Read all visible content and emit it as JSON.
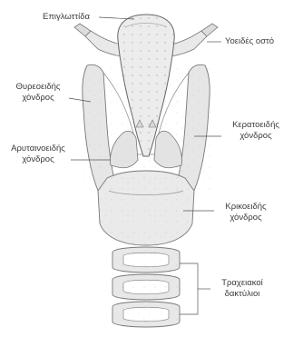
{
  "labels": {
    "epiglottis": "Επιγλωττίδα",
    "hyoid": "Υοειδές οστό",
    "thyroid_line1": "Θυρεοειδής",
    "thyroid_line2": "χόνδρος",
    "corniculate_line1": "Κερατοειδής",
    "corniculate_line2": "χόνδρος",
    "arytenoid_line1": "Αρυταινοειδής",
    "arytenoid_line2": "χόνδρος",
    "cricoid_line1": "Κρικοειδής",
    "cricoid_line2": "χόνδρος",
    "tracheal_line1": "Τραχειακοί",
    "tracheal_line2": "δακτύλιοι"
  }
}
